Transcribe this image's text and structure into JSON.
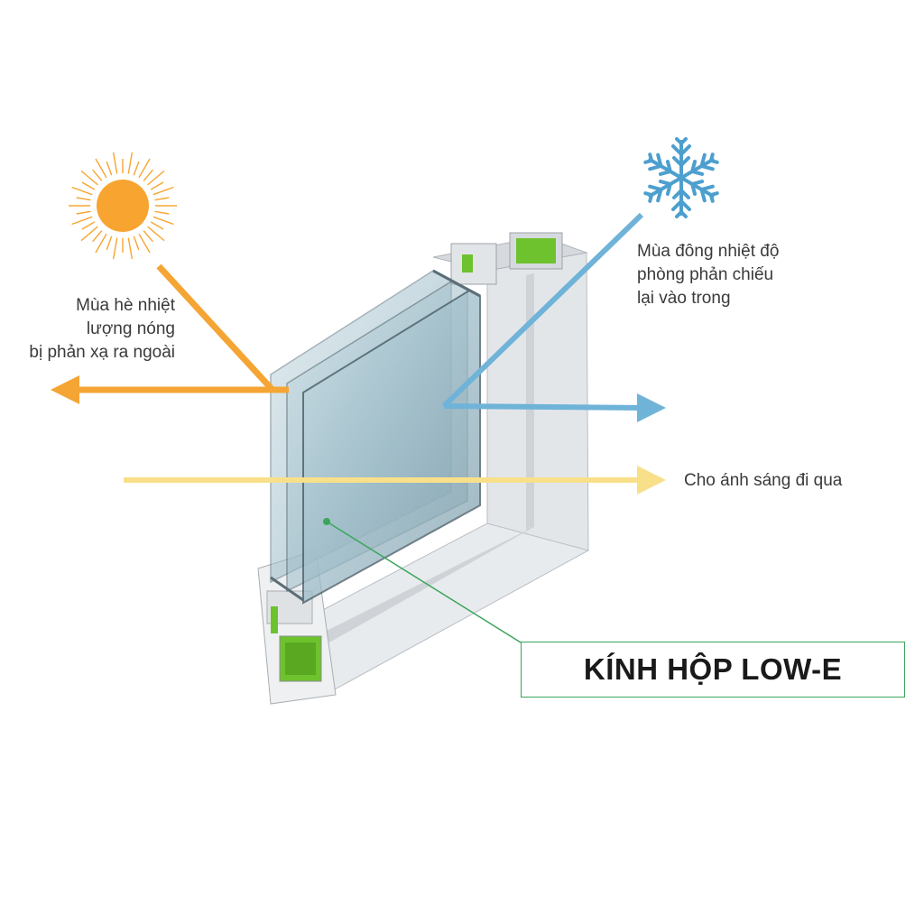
{
  "labels": {
    "summer": [
      "Mùa hè nhiệt",
      "lượng nóng",
      "bị phản xạ ra ngoài"
    ],
    "winter": [
      "Mùa đông nhiệt độ",
      "phòng phản chiếu",
      "lại vào trong"
    ],
    "light": "Cho ánh sáng đi qua"
  },
  "title": "KÍNH HỘP LOW-E",
  "icons": {
    "sun": "sun-icon",
    "snow": "snowflake-icon"
  },
  "colors": {
    "summer_arrow": "#f5a534",
    "sun": "#f7a530",
    "winter_arrow": "#6fb3d8",
    "snow": "#4d9fce",
    "light_arrow": "#f8e08a",
    "callout": "#3ba55c",
    "gasket": "#6ec22e"
  }
}
